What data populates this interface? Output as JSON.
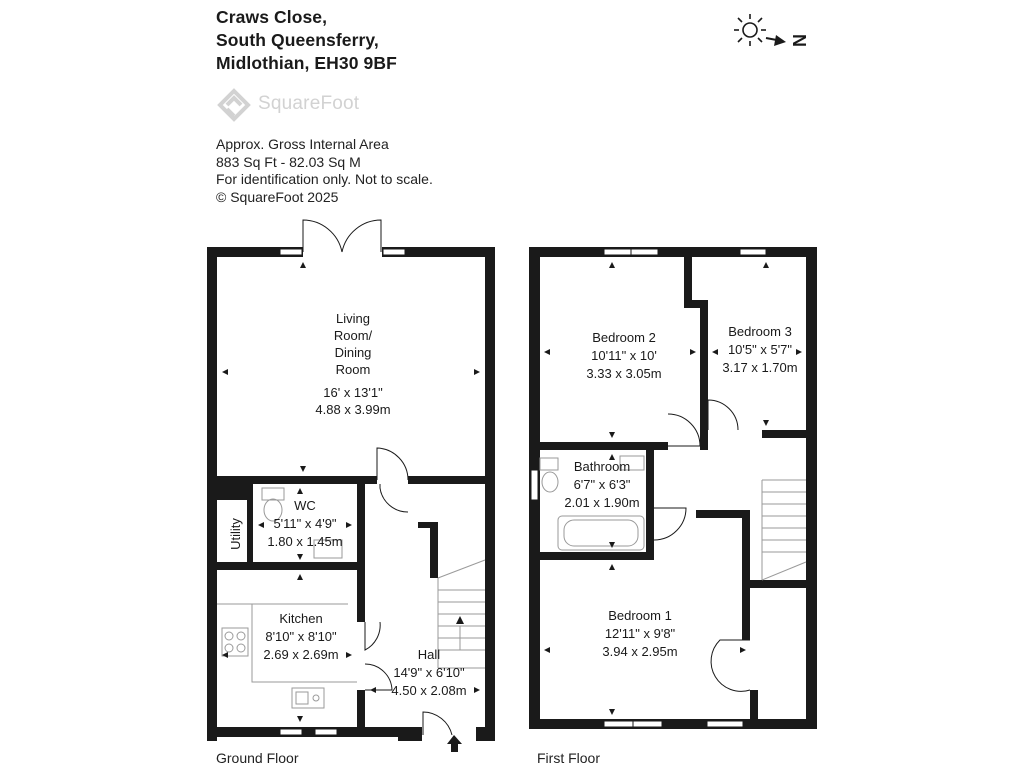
{
  "address": {
    "line1": "Craws Close,",
    "line2": "South Queensferry,",
    "line3": "Midlothian, EH30 9BF"
  },
  "logo": {
    "text": "SquareFoot",
    "icon": "squarefoot-logo-icon"
  },
  "area_info": {
    "line1": "Approx. Gross Internal Area",
    "line2": "883 Sq Ft  -  82.03 Sq M",
    "line3": "For identification only. Not to scale.",
    "line4": "© SquareFoot 2025"
  },
  "compass": {
    "label": "N",
    "icon": "sun-compass-icon"
  },
  "floors": {
    "ground": {
      "label": "Ground Floor",
      "rooms": {
        "living": {
          "l1": "Living",
          "l2": "Room/",
          "l3": "Dining",
          "l4": "Room",
          "imperial": "16' x 13'1\"",
          "metric": "4.88 x 3.99m"
        },
        "wc": {
          "name": "WC",
          "imperial": "5'11\" x 4'9\"",
          "metric": "1.80 x 1.45m"
        },
        "utility": {
          "name": "Utility"
        },
        "kitchen": {
          "name": "Kitchen",
          "imperial": "8'10\" x 8'10\"",
          "metric": "2.69 x 2.69m"
        },
        "hall": {
          "name": "Hall",
          "imperial": "14'9\" x 6'10\"",
          "metric": "4.50 x 2.08m"
        }
      }
    },
    "first": {
      "label": "First Floor",
      "rooms": {
        "bedroom2": {
          "name": "Bedroom 2",
          "imperial": "10'11\" x 10'",
          "metric": "3.33 x 3.05m"
        },
        "bedroom3": {
          "name": "Bedroom 3",
          "imperial": "10'5\" x 5'7\"",
          "metric": "3.17 x 1.70m"
        },
        "bathroom": {
          "name": "Bathroom",
          "imperial": "6'7\" x 6'3\"",
          "metric": "2.01 x 1.90m"
        },
        "bedroom1": {
          "name": "Bedroom 1",
          "imperial": "12'11\" x 9'8\"",
          "metric": "3.94 x 2.95m"
        }
      }
    }
  }
}
